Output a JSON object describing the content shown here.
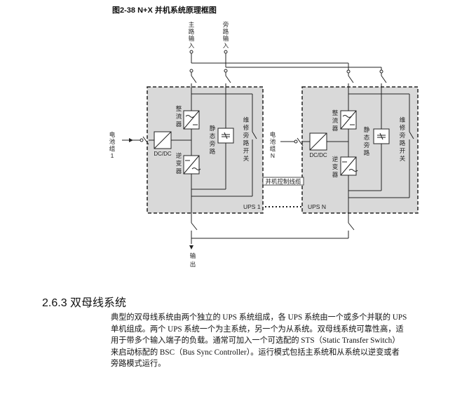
{
  "figure": {
    "caption": "图2-38  N+X 并机系统原理框图",
    "main_input": [
      "主",
      "路",
      "输",
      "入"
    ],
    "bypass_input": [
      "旁",
      "路",
      "输",
      "入"
    ],
    "output": [
      "输",
      "出"
    ],
    "battery_1": [
      "电",
      "池",
      "组",
      "1"
    ],
    "battery_n": [
      "电",
      "池",
      "组",
      "N"
    ],
    "rectifier": [
      "整",
      "流",
      "器"
    ],
    "inverter": [
      "逆",
      "变",
      "器"
    ],
    "static_bypass": [
      "静",
      "态",
      "旁",
      "路"
    ],
    "maintenance_bypass": [
      "维",
      "修",
      "旁",
      "路",
      "开",
      "关"
    ],
    "dcdc": "DC/DC",
    "ups_1": "UPS 1",
    "ups_n": "UPS N",
    "parallel_cable": "并机控制线缆"
  },
  "section": {
    "heading": "2.6.3 双母线系统",
    "lines": [
      "典型的双母线系统由两个独立的 UPS 系统组成，各 UPS 系统由一个或多个并联的 UPS",
      "单机组成。两个 UPS 系统一个为主系统，另一个为从系统。双母线系统可靠性高，适",
      "用于带多个输入端子的负载。通常可加入一个可选配的 STS（Static Transfer Switch）",
      "来启动标配的 BSC（Bus Sync Controller）。运行模式包括主系统和从系统以逆变或者",
      "旁路模式运行。"
    ]
  }
}
